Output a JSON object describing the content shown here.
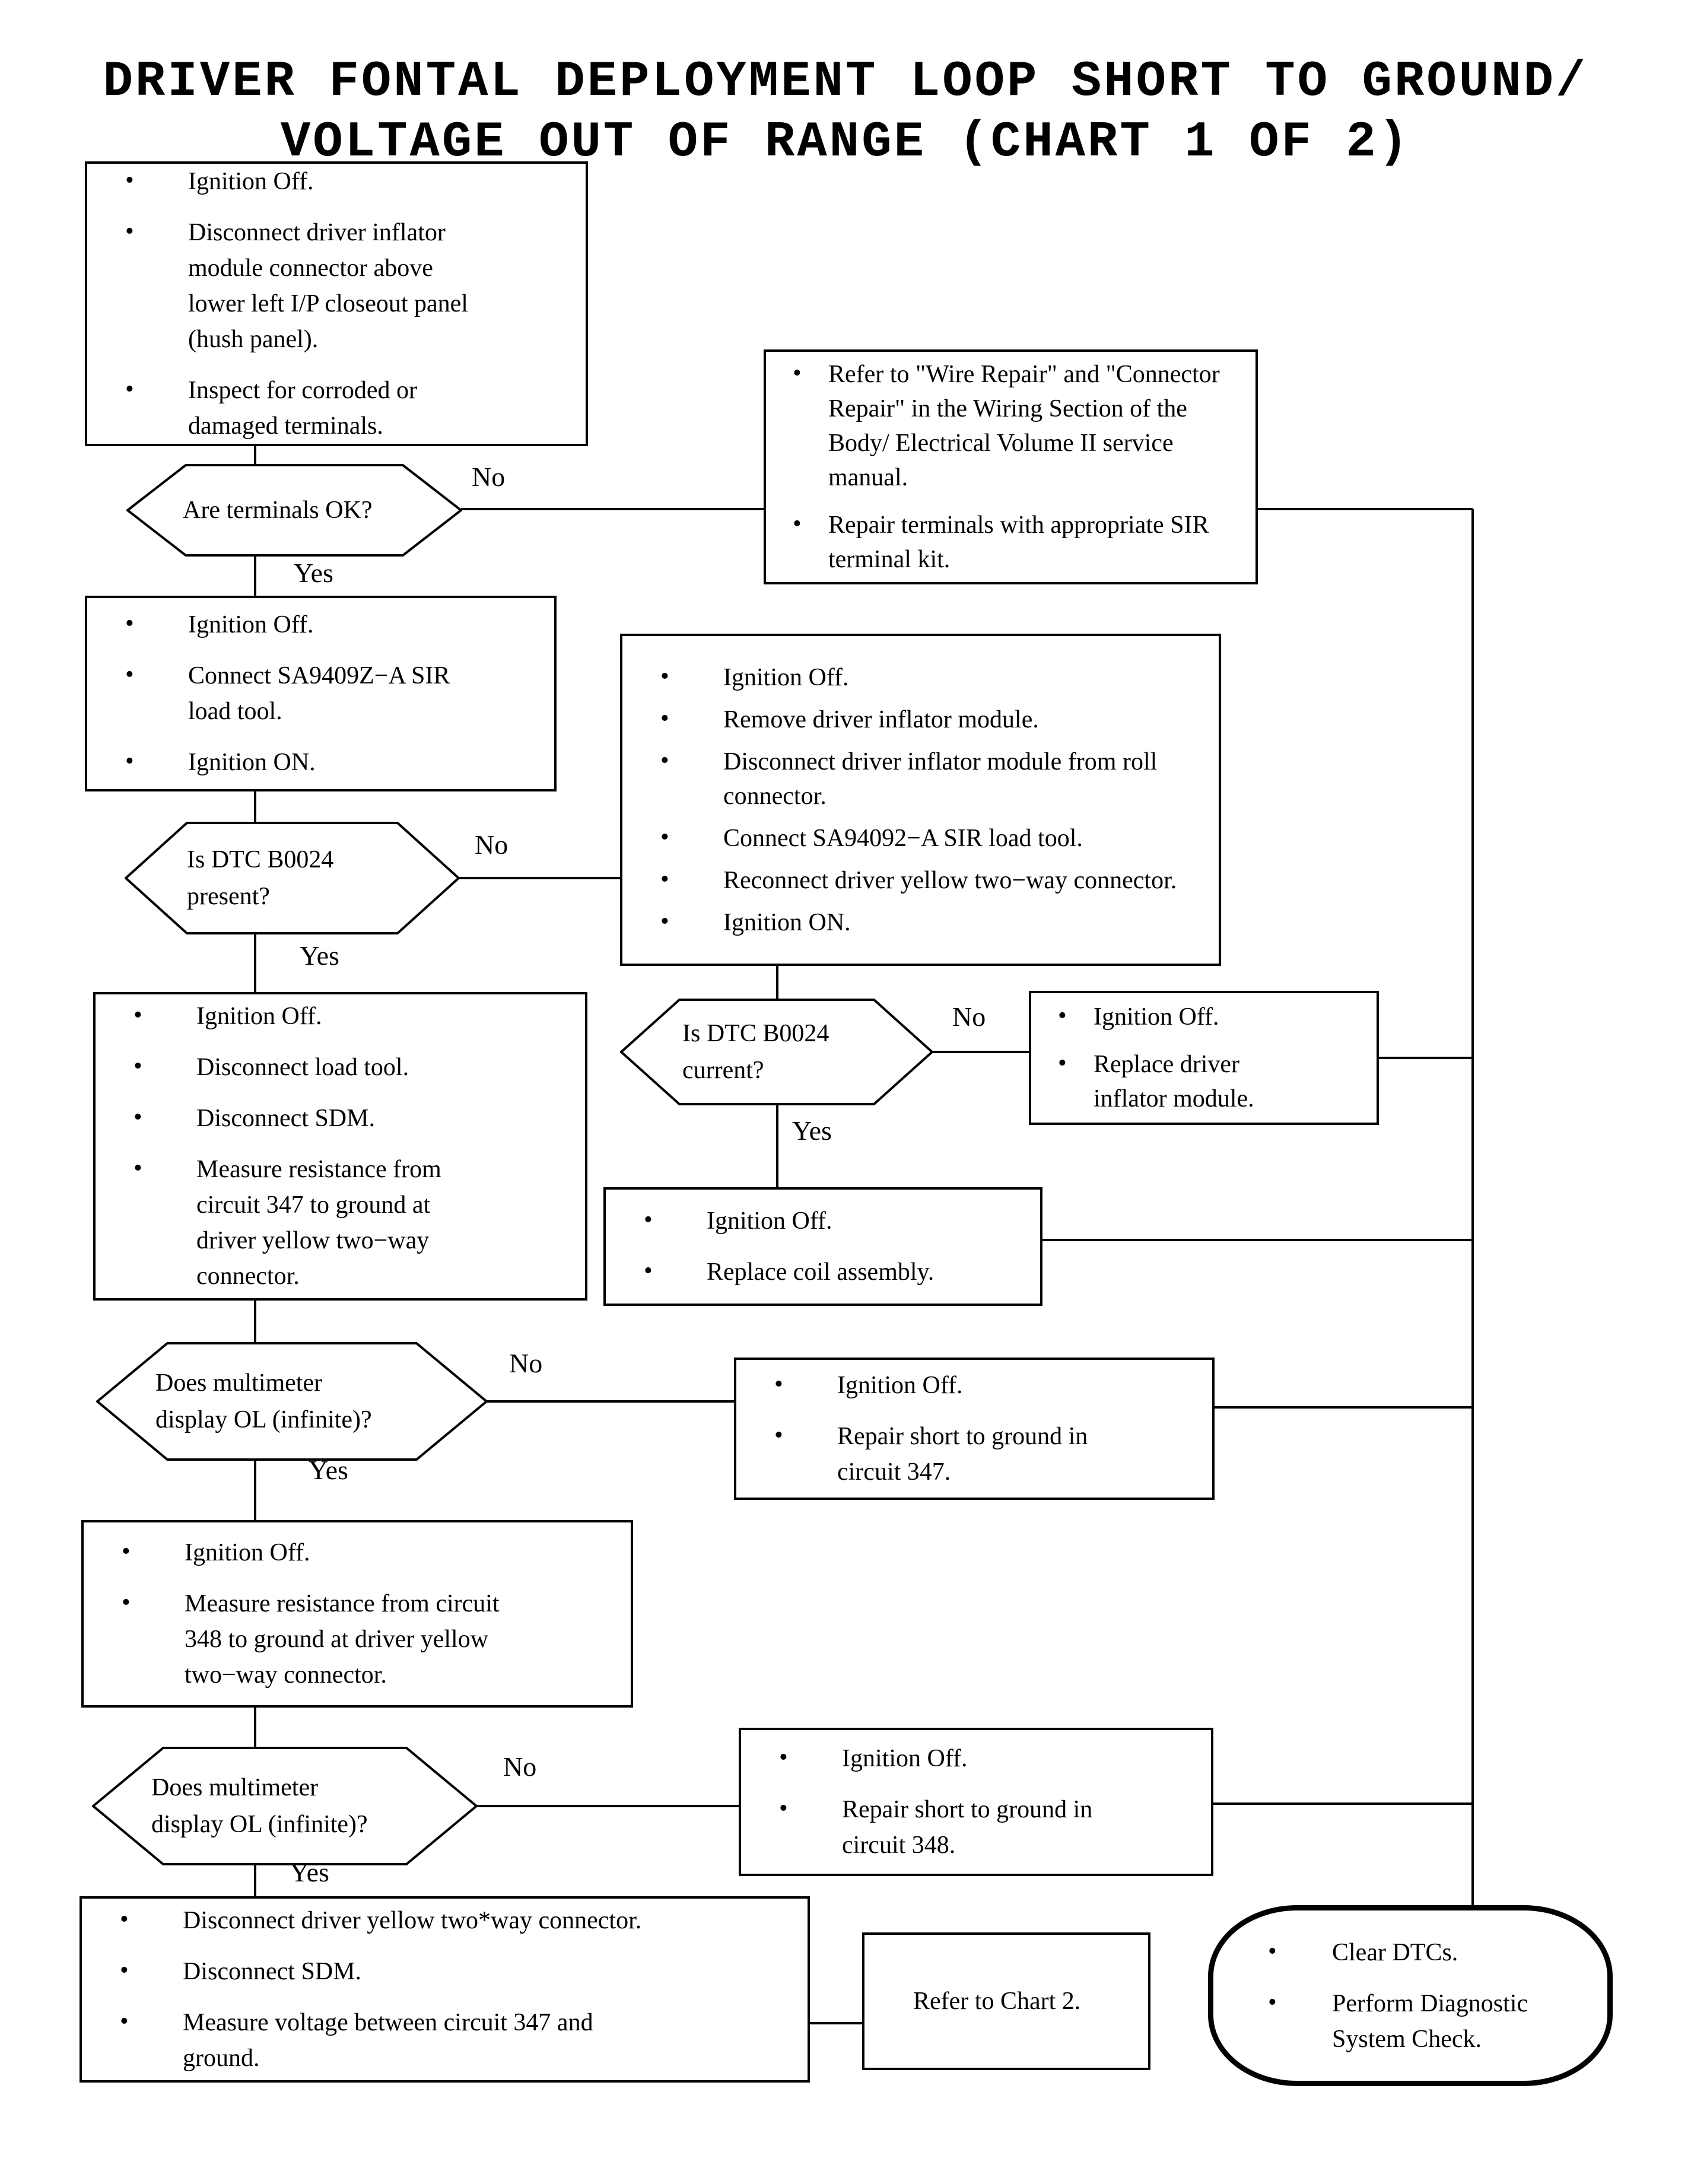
{
  "colors": {
    "background": "#ffffff",
    "ink": "#000000"
  },
  "title": {
    "line1": "DRIVER FONTAL DEPLOYMENT LOOP SHORT TO GROUND/",
    "line2": "VOLTAGE OUT OF RANGE (CHART 1 OF 2)"
  },
  "flowchart": {
    "step_inspect": {
      "bullets": [
        "Ignition Off.",
        "Disconnect driver inflator module connector above lower left I/P closeout panel (hush panel).",
        "Inspect for corroded or damaged terminals."
      ]
    },
    "decision_terminals_ok": {
      "question_lines": [
        "Are terminals OK?"
      ],
      "no_label": "No",
      "yes_label": "Yes"
    },
    "action_repair_terminals": {
      "bullets": [
        "Refer to \"Wire Repair\" and \"Connector Repair\" in the Wiring Section of the Body/ Electrical Volume II service manual.",
        "Repair terminals with appropriate SIR terminal kit."
      ]
    },
    "step_load_tool": {
      "bullets": [
        "Ignition Off.",
        "Connect SA9409Z−A SIR load tool.",
        "Ignition ON."
      ]
    },
    "decision_dtc_present": {
      "question_lines": [
        "Is DTC B0024",
        "present?"
      ],
      "no_label": "No",
      "yes_label": "Yes"
    },
    "step_remove_module": {
      "bullets": [
        "Ignition Off.",
        "Remove driver inflator module.",
        "Disconnect driver inflator module from roll connector.",
        "Connect SA94092−A SIR load tool.",
        "Reconnect driver yellow two−way connector.",
        "Ignition ON."
      ]
    },
    "step_measure_347": {
      "bullets": [
        "Ignition Off.",
        "Disconnect load tool.",
        "Disconnect SDM.",
        "Measure resistance from circuit 347 to ground at driver yellow two−way connector."
      ]
    },
    "decision_dtc_current": {
      "question_lines": [
        "Is DTC B0024",
        "current?"
      ],
      "no_label": "No",
      "yes_label": "Yes"
    },
    "action_replace_module": {
      "bullets": [
        "Ignition Off.",
        "Replace driver inflator module."
      ]
    },
    "action_replace_coil": {
      "bullets": [
        "Ignition Off.",
        "Replace coil assembly."
      ]
    },
    "decision_multimeter_347": {
      "question_lines": [
        "Does multimeter",
        "display OL (infinite)?"
      ],
      "no_label": "No",
      "yes_label": "Yes"
    },
    "action_repair_347": {
      "bullets": [
        "Ignition Off.",
        "Repair short to ground in circuit 347."
      ]
    },
    "step_measure_348": {
      "bullets": [
        "Ignition Off.",
        "Measure resistance from circuit 348 to ground at driver yellow two−way connector."
      ]
    },
    "decision_multimeter_348": {
      "question_lines": [
        "Does multimeter",
        "display OL (infinite)?"
      ],
      "no_label": "No",
      "yes_label": "Yes"
    },
    "action_repair_348": {
      "bullets": [
        "Ignition Off.",
        "Repair short to ground in circuit 348."
      ]
    },
    "step_measure_voltage": {
      "bullets": [
        "Disconnect driver yellow two*way connector.",
        "Disconnect SDM.",
        "Measure voltage between circuit 347 and ground."
      ]
    },
    "action_refer_chart2": {
      "label": "Refer to Chart 2."
    },
    "terminal_clear_dtcs": {
      "bullets": [
        "Clear DTCs.",
        "Perform Diagnostic System Check."
      ]
    }
  }
}
